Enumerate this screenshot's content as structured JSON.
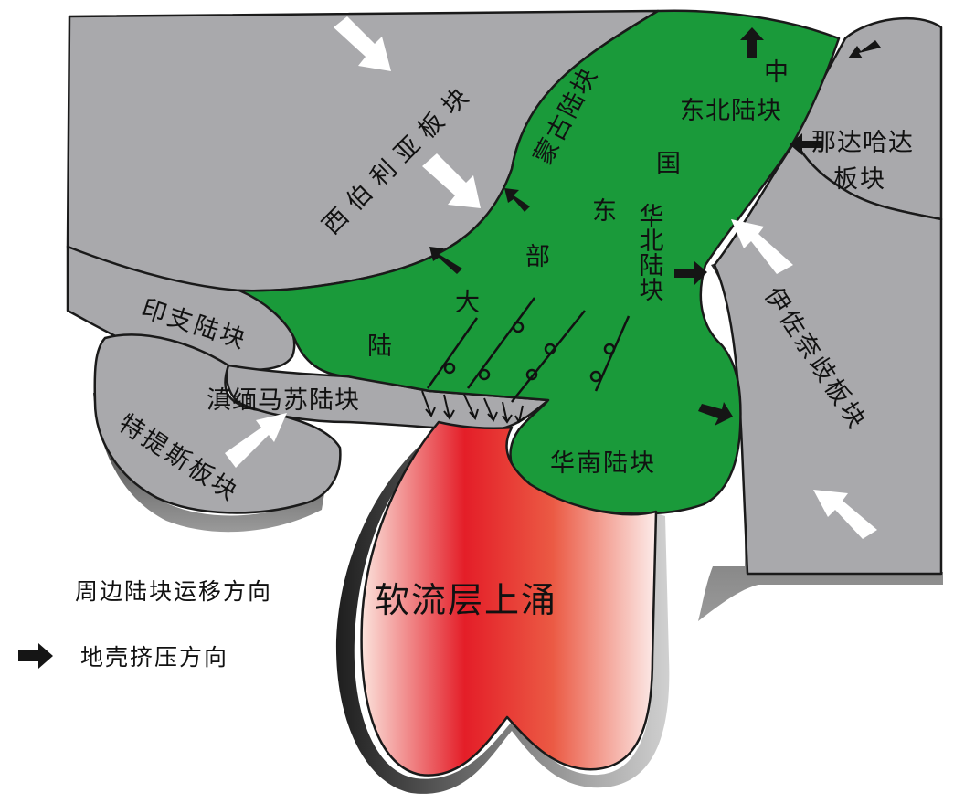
{
  "colors": {
    "plate_gray": "#a9a9ac",
    "continent_green": "#1a9a3a",
    "upwelling_red": "#e41e28",
    "arrow_white": "#ffffff",
    "arrow_black": "#151515"
  },
  "plates": {
    "siberia": "西伯利亚板块",
    "indochina": "印支陆块",
    "dian_mian_ma_su": "滇缅马苏陆块",
    "tethys": "特提斯板块",
    "izanagi": "伊佐奈歧板块",
    "nadahada_line1": "那达哈达",
    "nadahada_line2": "板块"
  },
  "continent": {
    "mongolia": "蒙古陆块",
    "northeast_line1": "中",
    "northeast_line2": "东北陆块",
    "north_china": "华北陆块",
    "south_china": "华南陆块",
    "char_guo": "国",
    "char_dong": "东",
    "char_bu": "部",
    "char_da": "大",
    "char_lu": "陆"
  },
  "upwelling": {
    "label": "软流层上涌"
  },
  "legend": {
    "white_arrow_label": "周边陆块运移方向",
    "black_arrow_label": "地壳挤压方向"
  }
}
